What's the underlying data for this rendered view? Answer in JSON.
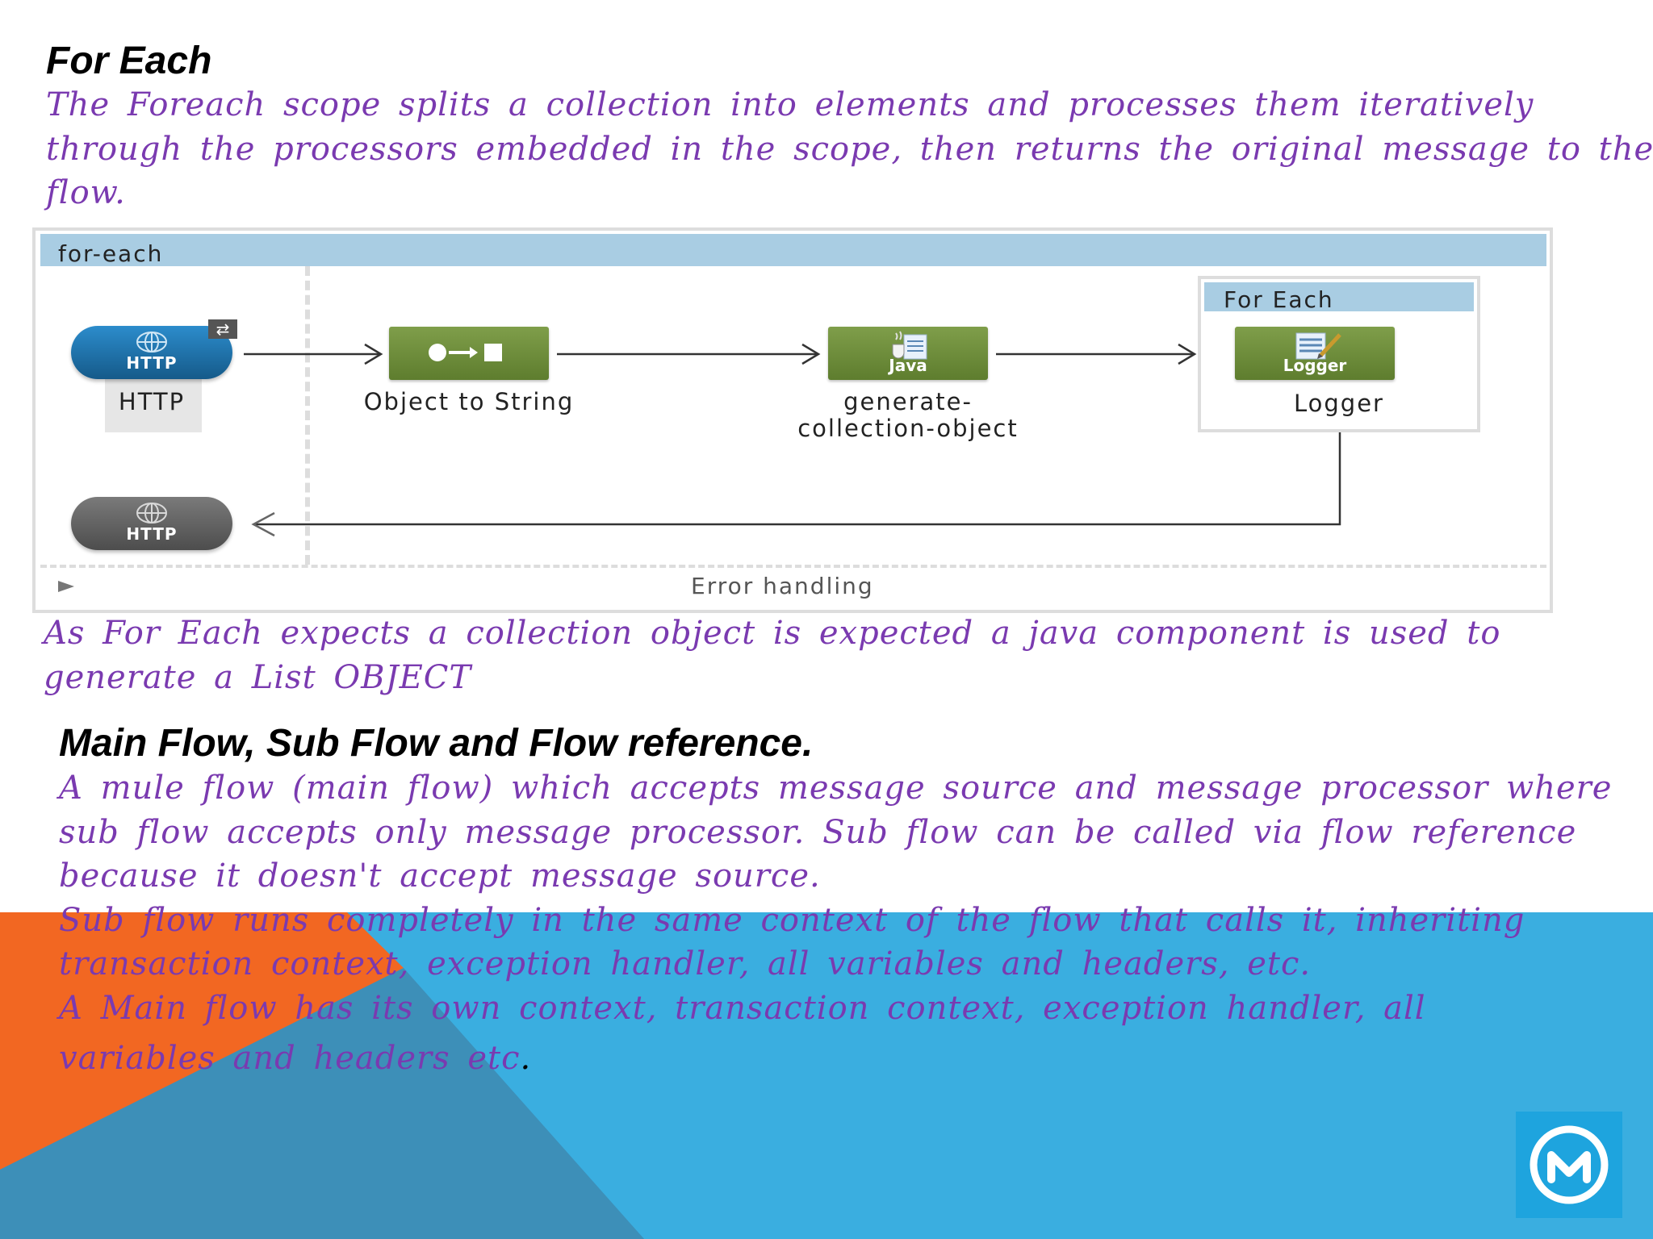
{
  "colors": {
    "text_purple": "#7a3ab0",
    "heading": "#000000",
    "band_blue": "#3aaee0",
    "band_orange": "#f26722",
    "band_dark_blue": "#3d8fb8",
    "scope_bar": "#a9cde3",
    "node_green": "#6d8c3a",
    "http_blue": "#1f73a8",
    "http_gray": "#6b6b6b",
    "logo_blue": "#1ea4de"
  },
  "section1": {
    "heading": "For Each",
    "lines": [
      "The Foreach scope splits a collection into elements and processes them iteratively",
      "through the processors embedded in the scope, then returns the original message to the",
      "flow."
    ]
  },
  "diagram": {
    "scope_label": "for-each",
    "nodes": {
      "http_source": {
        "icon_text": "HTTP",
        "label": "HTTP"
      },
      "object_to_string": {
        "label": "Object to String"
      },
      "java": {
        "icon_text": "Java",
        "label_line1": "generate-",
        "label_line2": "collection-object"
      },
      "for_each_scope": {
        "label": "For Each"
      },
      "logger": {
        "icon_text": "Logger",
        "label": "Logger"
      },
      "http_response": {
        "icon_text": "HTTP"
      }
    },
    "error_handling": "Error handling",
    "icons": {
      "http": "globe-icon",
      "object_to_string": "circle-arrow-square-icon",
      "java": "java-cup-icon",
      "logger": "notepad-pencil-icon",
      "exchange_pattern": "swap-arrows-icon",
      "error_expand": "triangle-right-icon"
    }
  },
  "section1_note": {
    "lines": [
      "As For Each expects a collection object is expected a java component is used to",
      "generate a List OBJECT"
    ]
  },
  "section2": {
    "heading": "Main Flow, Sub Flow and Flow reference.",
    "lines": [
      "A mule flow (main flow) which accepts message source and message processor where",
      "sub flow accepts only message processor. Sub flow can be called via flow reference",
      "because it doesn't accept message source.",
      "Sub flow runs completely in the same context of the flow that calls it, inheriting",
      "transaction context, exception handler, all variables and headers, etc.",
      "A Main flow has its own context, transaction context, exception handler, all"
    ],
    "last_line": "variables and headers etc",
    "last_punct": "."
  },
  "logo": {
    "icon": "mulesoft-logo-icon"
  }
}
